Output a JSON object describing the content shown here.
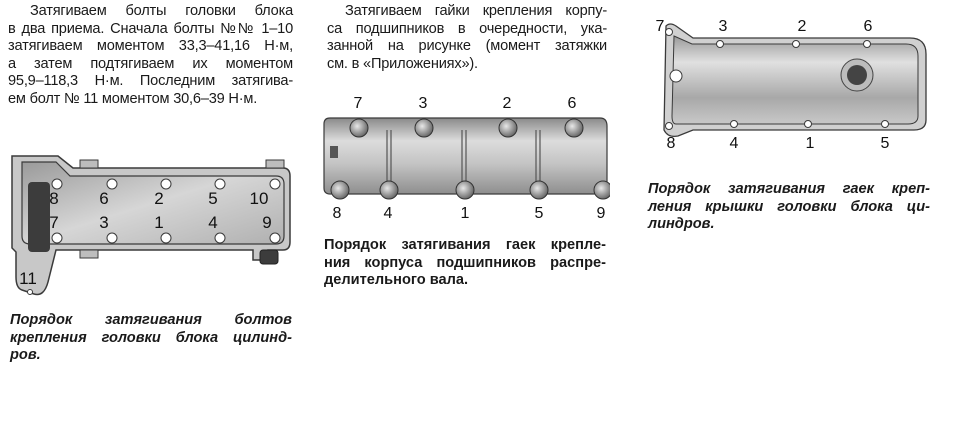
{
  "column1": {
    "paragraph_lines": [
      "    Затягиваем болты головки блока",
      "в два приема. Сначала болты №№ 1–10",
      "затягиваем моментом 33,3–41,16 Н·м,",
      "а затем подтягиваем их моментом",
      "95,9–118,3 Н·м. Последним затягива-",
      "ем болт № 11 моментом 30,6–39 Н·м."
    ],
    "figure": {
      "bolt_labels_top": [
        "8",
        "6",
        "2",
        "5",
        "10"
      ],
      "bolt_labels_bottom": [
        "7",
        "3",
        "1",
        "4",
        "9"
      ],
      "bolt_label_extra": "11"
    },
    "caption_lines": [
      "Порядок затягивания болтов",
      "крепления головки блока цилинд-",
      "ров."
    ]
  },
  "column2": {
    "paragraph_lines": [
      "    Затягиваем гайки крепления корпу-",
      "са подшипников в очередности, ука-",
      "занной на рисунке (момент затяжки",
      "см. в «Приложениях»)."
    ],
    "figure": {
      "nut_labels_top": [
        "7",
        "3",
        "2",
        "6"
      ],
      "nut_labels_bottom": [
        "8",
        "4",
        "1",
        "5",
        "9"
      ]
    },
    "caption_lines": [
      "Порядок затягивания гаек крепле-",
      "ния корпуса подшипников распре-",
      "делительного вала."
    ]
  },
  "column3": {
    "figure": {
      "nut_labels_top": [
        "7",
        "3",
        "2",
        "6"
      ],
      "nut_labels_bottom": [
        "8",
        "4",
        "1",
        "5"
      ]
    },
    "caption_lines": [
      "Порядок затягивания гаек креп-",
      "ления крышки головки блока ци-",
      "линдров."
    ]
  },
  "colors": {
    "text": "#1a1a1a",
    "metal_light": "#d8d8d8",
    "metal_mid": "#a8a8a8",
    "metal_dark": "#5a5a5a",
    "outline": "#3a3a3a"
  }
}
